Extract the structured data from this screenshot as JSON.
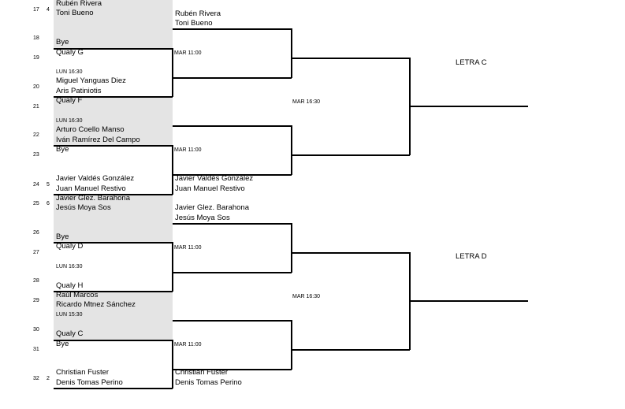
{
  "rows": [
    "17",
    "18",
    "19",
    "20",
    "21",
    "22",
    "23",
    "24",
    "25",
    "26",
    "27",
    "28",
    "29",
    "30",
    "31",
    "32"
  ],
  "seeds": [
    "4",
    "5",
    "6",
    "2"
  ],
  "r1": {
    "rivera": "Rubén Rivera",
    "bueno": "Toni Bueno",
    "bye_1": "Bye",
    "qualy_g": "Qualy G",
    "time_1": "LUN 16:30",
    "yanguas": "Miguel Yanguas Diez",
    "patiniotis": "Aris Patiniotis",
    "qualy_f": "Qualy F",
    "time_2": "LUN 16:30",
    "coello": "Arturo  Coello Manso",
    "ramirez": "Iván Ramírez Del Campo",
    "bye_2": "Bye",
    "valdes": "Javier Valdés González",
    "restivo": "Juan Manuel Restivo",
    "barahona": "Javier Glez. Barahona",
    "moya": "Jesús Moya Sos",
    "bye_3": "Bye",
    "qualy_d": "Qualy D",
    "time_3": "LUN 16:30",
    "qualy_h": "Qualy H",
    "marcos": "Raúl Marcos",
    "sanchez": "Ricardo Mtnez Sánchez",
    "time_4": "LUN 15:30",
    "qualy_c": "Qualy C",
    "bye_4": "Bye",
    "fuster": "Christian Fuster",
    "perino": "Denis Tomas Perino"
  },
  "r2": {
    "rivera": "Rubén Rivera",
    "bueno": "Toni Bueno",
    "time_1": "MAR 11:00",
    "time_2": "MAR 11:00",
    "valdes": "Javier Valdés González",
    "restivo": "Juan Manuel Restivo",
    "barahona": "Javier Glez. Barahona",
    "moya": "Jesús Moya Sos",
    "time_3": "MAR 11:00",
    "time_4": "MAR 11:00",
    "fuster": "Christian Fuster",
    "perino": "Denis Tomas Perino"
  },
  "r3": {
    "time_1": "MAR 16:30",
    "time_2": "MAR 16:30"
  },
  "final": {
    "letra_c": "LETRA C",
    "letra_d": "LETRA D"
  }
}
